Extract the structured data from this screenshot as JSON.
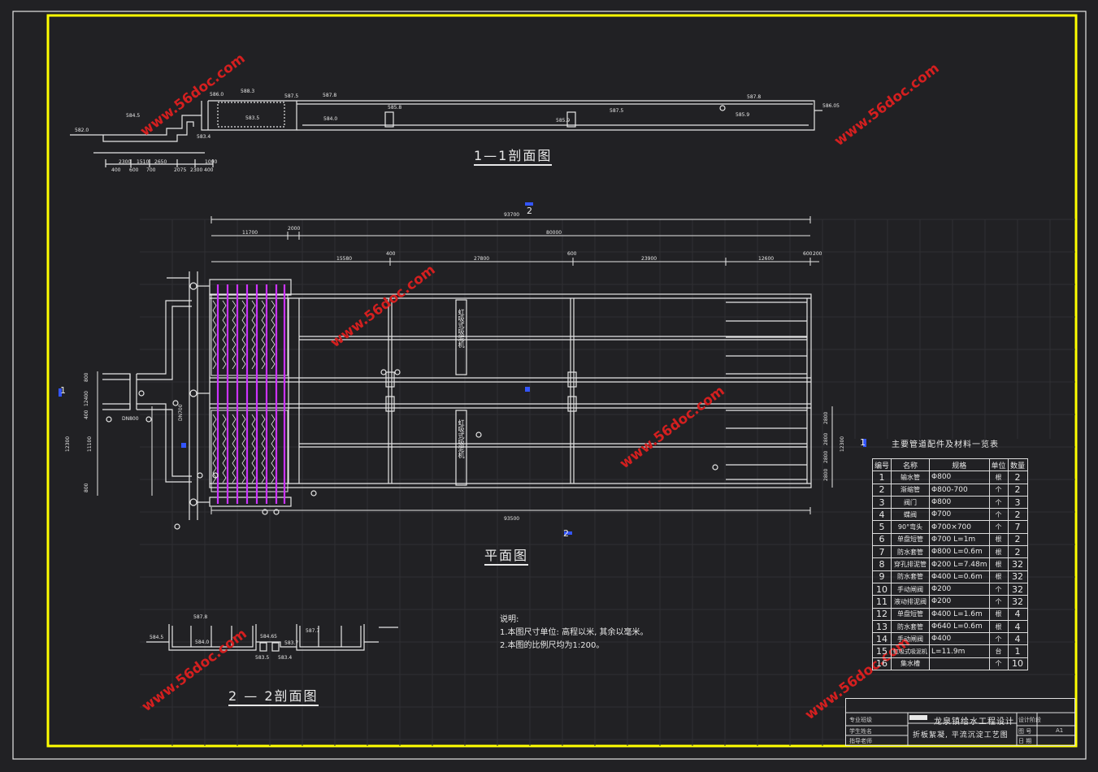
{
  "views": {
    "section_1_1": {
      "title": "1—1剖面图"
    },
    "plan": {
      "title": "平面图"
    },
    "section_2_2": {
      "title": "2 — 2剖面图"
    }
  },
  "section_1_1_labels": {
    "elevations": [
      "582.0",
      "584.5",
      "586.0",
      "588.3",
      "587.5",
      "587.8",
      "585.8",
      "584.0",
      "585.9",
      "587.5",
      "583.5",
      "587.8",
      "585.9",
      "586.05",
      "583.4"
    ],
    "dims_row1": [
      "2300",
      "1510",
      "2650",
      "1000"
    ],
    "dims_row2": [
      "400",
      "600",
      "700",
      "2075",
      "2300",
      "400"
    ]
  },
  "plan_labels": {
    "total_top": "93700",
    "marker_top": "2",
    "marker_bottom": "2",
    "marker_left": "1",
    "marker_right": "1",
    "seg_top": [
      "11700",
      "2000",
      "80000"
    ],
    "seg_mid": [
      "15580",
      "400",
      "27800",
      "600",
      "23900",
      "12600",
      "600",
      "200"
    ],
    "total_bottom": "93500",
    "siphon_text": "虹吸式吸泥机",
    "pipe_dn800": "DN800",
    "pipe_dn700": "DN700",
    "left_dims": [
      "800",
      "12400",
      "400",
      "11100",
      "12300",
      "800"
    ],
    "right_dims": [
      "2800",
      "2800",
      "2800",
      "2800",
      "12300"
    ]
  },
  "section_2_2_labels": {
    "elevations": [
      "584.5",
      "587.8",
      "584.0",
      "584.65",
      "587.7",
      "583.5",
      "583.7",
      "583.4"
    ]
  },
  "notes": {
    "heading": "说明:",
    "line1": "1.本图尺寸单位: 高程以米, 其余以毫米。",
    "line2": "2.本图的比例尺均为1:200。"
  },
  "material_table": {
    "title": "主要管道配件及材料一览表",
    "headers": [
      "编号",
      "名称",
      "规格",
      "单位",
      "数量"
    ],
    "rows": [
      [
        "1",
        "输水管",
        "Φ800",
        "根",
        "2"
      ],
      [
        "2",
        "渐缩管",
        "Φ800-700",
        "个",
        "2"
      ],
      [
        "3",
        "阀门",
        "Φ800",
        "个",
        "3"
      ],
      [
        "4",
        "蝶阀",
        "Φ700",
        "个",
        "2"
      ],
      [
        "5",
        "90°弯头",
        "Φ700×700",
        "个",
        "7"
      ],
      [
        "6",
        "单盘短管",
        "Φ700 L=1m",
        "根",
        "2"
      ],
      [
        "7",
        "防水套管",
        "Φ800 L=0.6m",
        "根",
        "2"
      ],
      [
        "8",
        "穿孔排泥管",
        "Φ200 L=7.48m",
        "根",
        "32"
      ],
      [
        "9",
        "防水套管",
        "Φ400 L=0.6m",
        "根",
        "32"
      ],
      [
        "10",
        "手动闸阀",
        "Φ200",
        "个",
        "32"
      ],
      [
        "11",
        "液动排泥阀",
        "Φ200",
        "个",
        "32"
      ],
      [
        "12",
        "单盘短管",
        "Φ400 L=1.6m",
        "根",
        "4"
      ],
      [
        "13",
        "防水套管",
        "Φ640 L=0.6m",
        "根",
        "4"
      ],
      [
        "14",
        "手动闸阀",
        "Φ400",
        "个",
        "4"
      ],
      [
        "15",
        "虹吸式吸泥机",
        "L=11.9m",
        "台",
        "1"
      ],
      [
        "16",
        "集水槽",
        "",
        "个",
        "10"
      ]
    ]
  },
  "title_block": {
    "project": "龙泉镇给水工程设计",
    "drawing": "折板絮凝, 平流沉淀工艺图",
    "left_labels": [
      "专业班级",
      "学生姓名",
      "指导老师"
    ],
    "right_labels": [
      "设计阶段",
      "图 号",
      "日 期"
    ],
    "sheet": "A1"
  },
  "watermark": {
    "text": "www.56doc.com"
  },
  "colors": {
    "background": "#212124",
    "frame": "#ffff00",
    "lines": "#e6e6e6",
    "purple": "#cc33ff",
    "watermark": "#d41f1f"
  }
}
